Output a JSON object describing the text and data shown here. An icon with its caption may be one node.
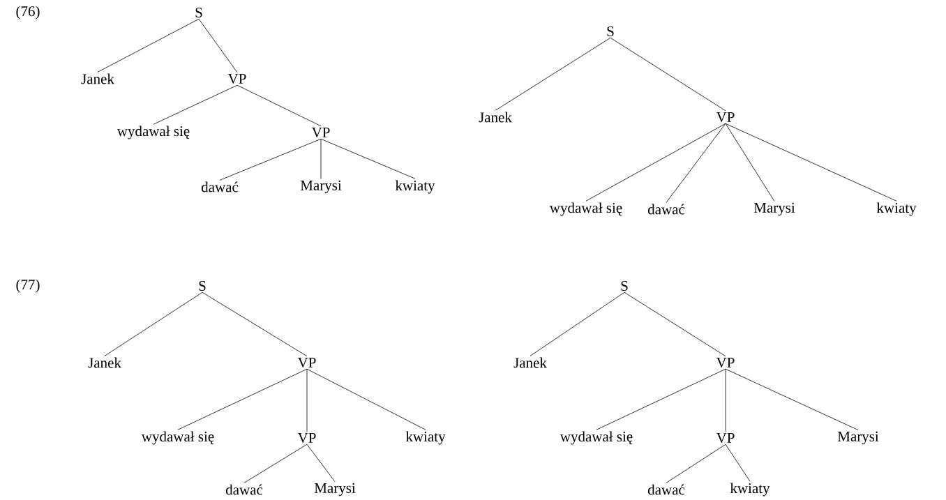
{
  "diagram": {
    "nodes": [
      {
        "text": [
          "S"
        ]
      },
      {
        "text": [
          "Janek"
        ]
      },
      {
        "text": [
          "VP"
        ]
      },
      {
        "text": [
          "wydawał się"
        ]
      },
      {
        "text": [
          "VP"
        ]
      },
      {
        "text": [
          "dawać"
        ]
      },
      {
        "text": [
          "Marysi"
        ]
      },
      {
        "text": [
          "kwiaty"
        ]
      },
      {
        "text": [
          "S"
        ]
      },
      {
        "text": [
          "Janek"
        ]
      },
      {
        "text": [
          "VP"
        ]
      },
      {
        "text": [
          "wydawał się"
        ]
      },
      {
        "text": [
          "dawać"
        ]
      },
      {
        "text": [
          "Marysi"
        ]
      },
      {
        "text": [
          "kwiaty"
        ]
      },
      {
        "text": [
          "S"
        ]
      },
      {
        "text": [
          "Janek"
        ]
      },
      {
        "text": [
          "VP"
        ]
      },
      {
        "text": [
          "wydawał się"
        ]
      },
      {
        "text": [
          "VP"
        ]
      },
      {
        "text": [
          "kwiaty"
        ]
      },
      {
        "text": [
          "dawać"
        ]
      },
      {
        "text": [
          "Marysi"
        ]
      },
      {
        "text": [
          "S"
        ]
      },
      {
        "text": [
          "Janek"
        ]
      },
      {
        "text": [
          "VP"
        ]
      },
      {
        "text": [
          "wydawał się"
        ]
      },
      {
        "text": [
          "VP"
        ]
      },
      {
        "text": [
          "Marysi"
        ]
      },
      {
        "text": [
          "dawać"
        ]
      },
      {
        "text": [
          "kwiaty"
        ]
      }
    ],
    "edges": [
      {
        "from": 0,
        "to": 1,
        "arrow": "none"
      },
      {
        "from": 0,
        "to": 2,
        "arrow": "none"
      },
      {
        "from": 2,
        "to": 3,
        "arrow": "none"
      },
      {
        "from": 2,
        "to": 4,
        "arrow": "none"
      },
      {
        "from": 4,
        "to": 5,
        "arrow": "none"
      },
      {
        "from": 4,
        "to": 6,
        "arrow": "none"
      },
      {
        "from": 4,
        "to": 7,
        "arrow": "none"
      },
      {
        "from": 8,
        "to": 9,
        "arrow": "none"
      },
      {
        "from": 8,
        "to": 10,
        "arrow": "none"
      },
      {
        "from": 10,
        "to": 11,
        "arrow": "none"
      },
      {
        "from": 10,
        "to": 12,
        "arrow": "none"
      },
      {
        "from": 10,
        "to": 13,
        "arrow": "none"
      },
      {
        "from": 10,
        "to": 14,
        "arrow": "none"
      },
      {
        "from": 15,
        "to": 16,
        "arrow": "none"
      },
      {
        "from": 15,
        "to": 17,
        "arrow": "none"
      },
      {
        "from": 17,
        "to": 18,
        "arrow": "none"
      },
      {
        "from": 17,
        "to": 19,
        "arrow": "none"
      },
      {
        "from": 17,
        "to": 20,
        "arrow": "none"
      },
      {
        "from": 19,
        "to": 21,
        "arrow": "none"
      },
      {
        "from": 19,
        "to": 22,
        "arrow": "none"
      },
      {
        "from": 23,
        "to": 24,
        "arrow": "none"
      },
      {
        "from": 23,
        "to": 25,
        "arrow": "none"
      },
      {
        "from": 25,
        "to": 26,
        "arrow": "none"
      },
      {
        "from": 25,
        "to": 27,
        "arrow": "none"
      },
      {
        "from": 25,
        "to": 28,
        "arrow": "none"
      },
      {
        "from": 27,
        "to": 29,
        "arrow": "none"
      },
      {
        "from": 27,
        "to": 30,
        "arrow": "none"
      }
    ],
    "labels": [
      "(76)",
      "(77)"
    ]
  }
}
